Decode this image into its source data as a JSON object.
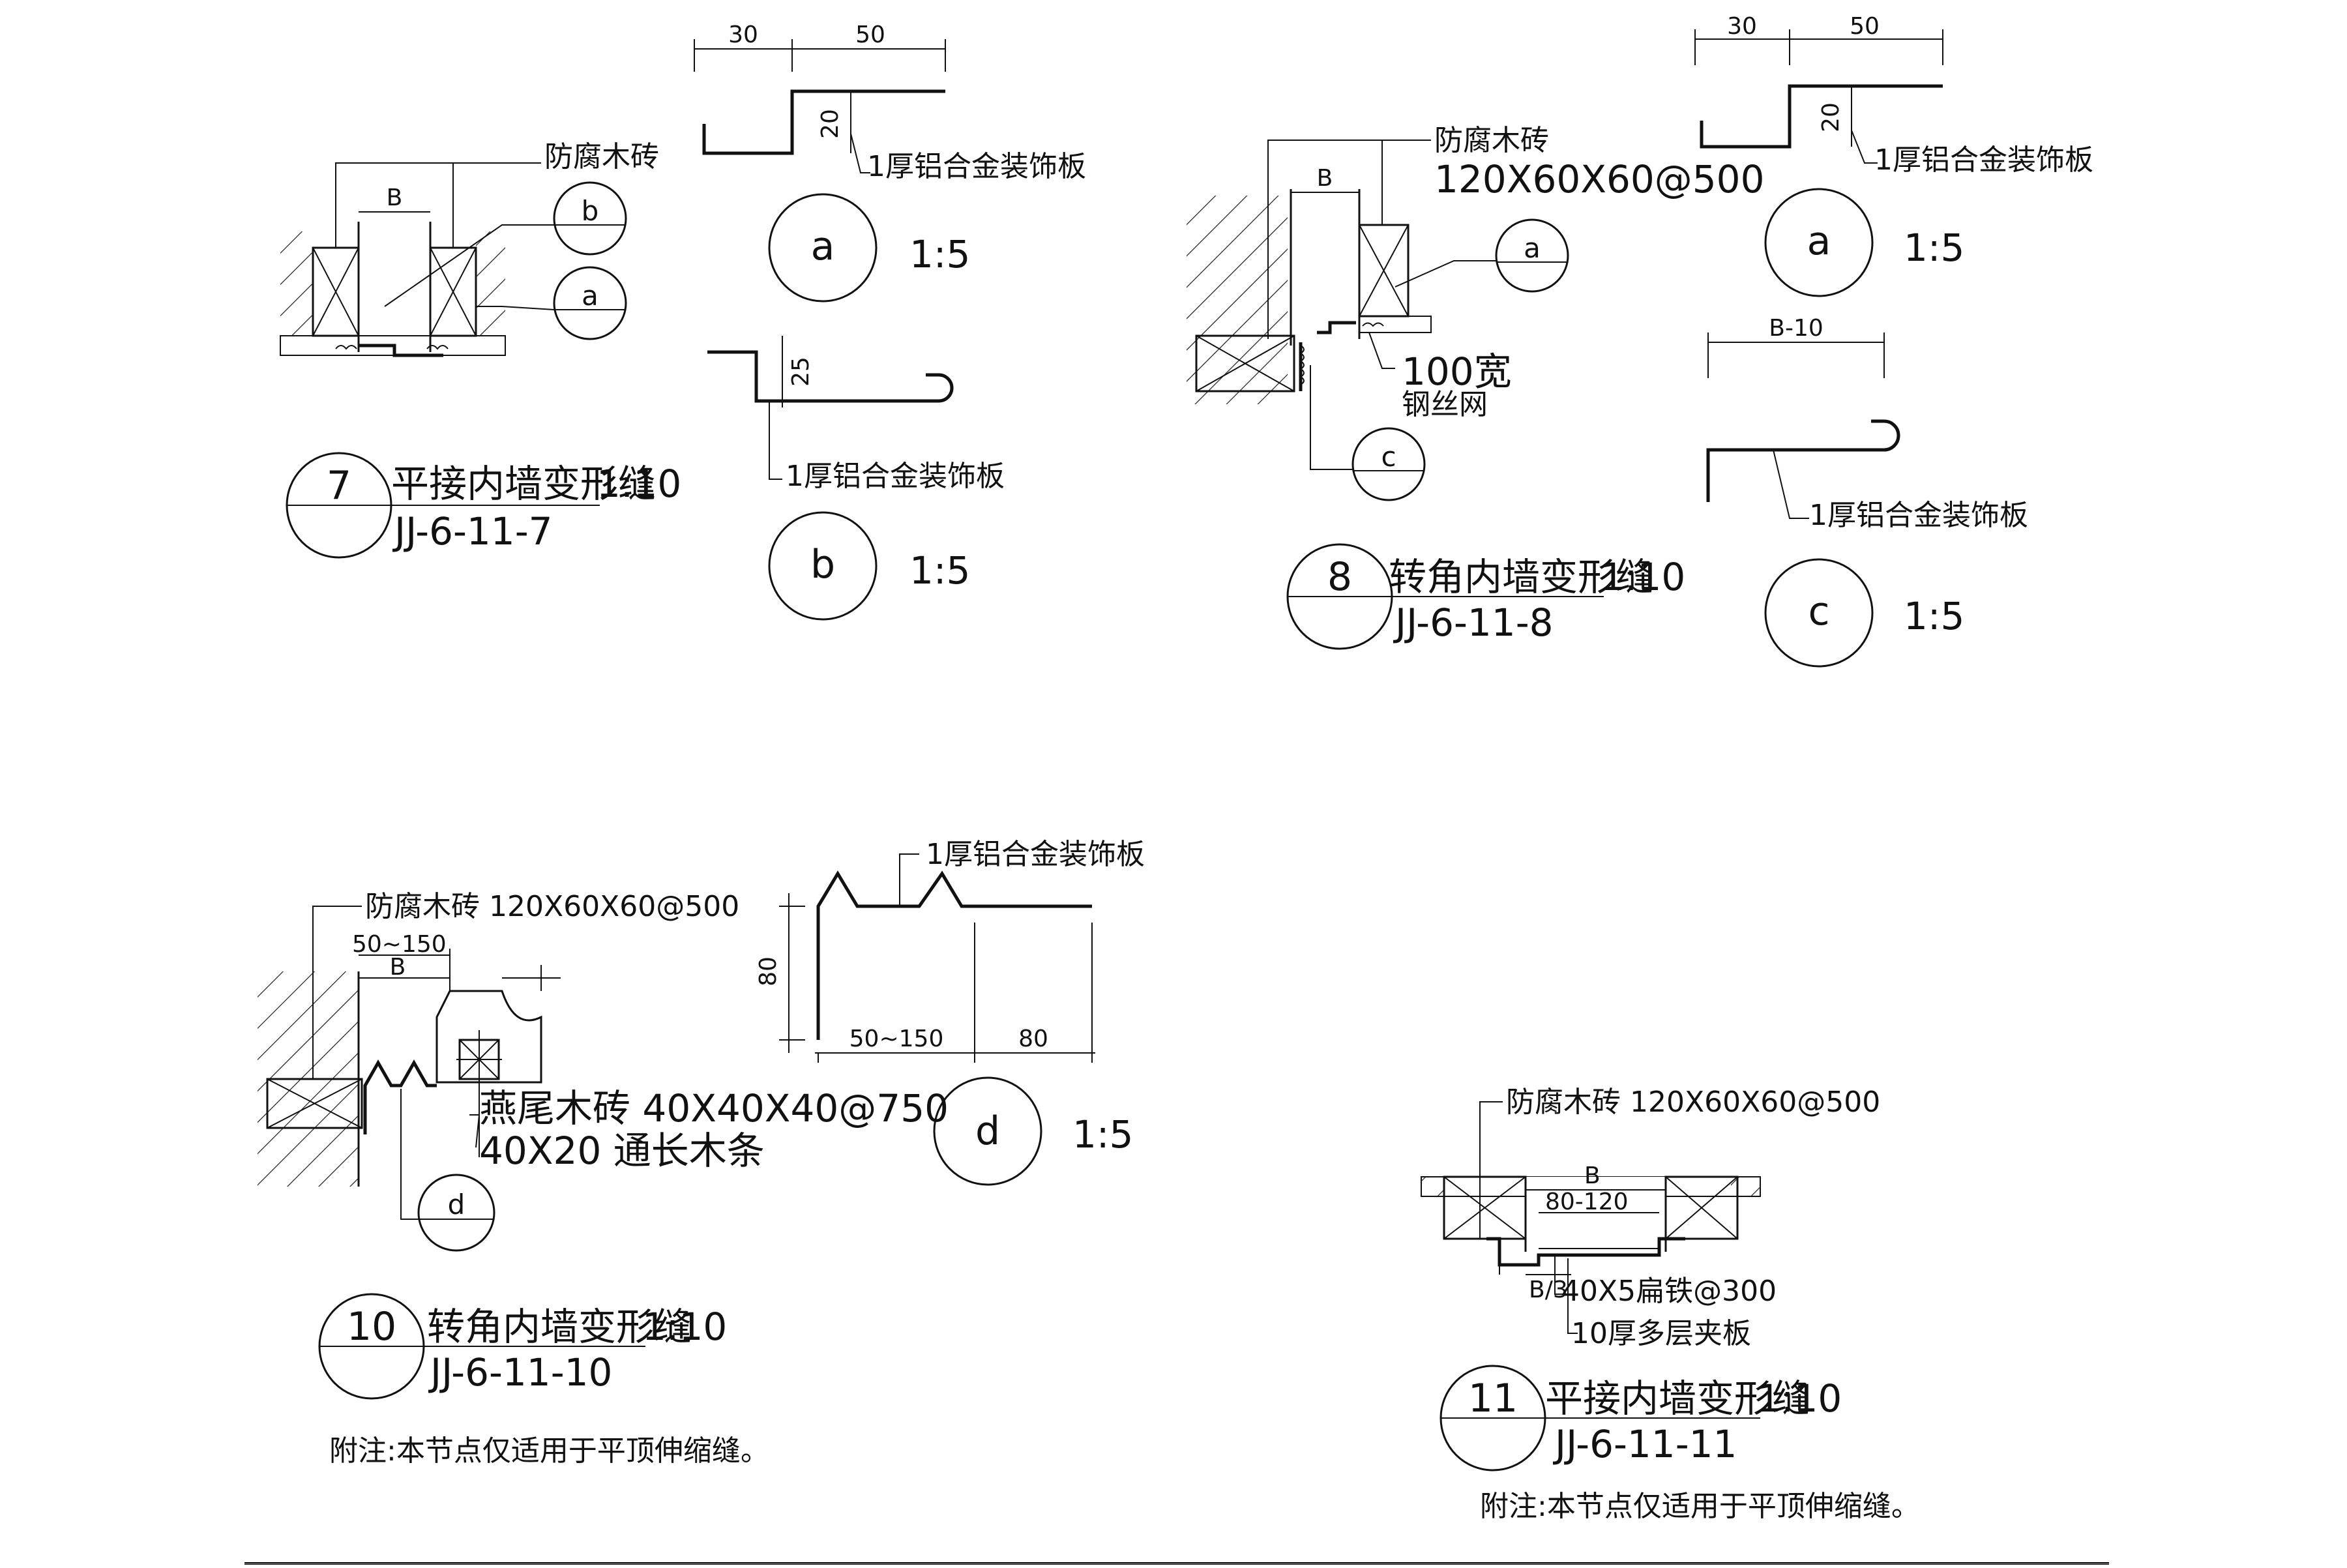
{
  "labels": {
    "anti_wood": "防腐木砖",
    "anti_wood_spec": "防腐木砖 120X60X60@500",
    "wood_spec": "120X60X60@500",
    "alu": "1厚铝合金装饰板",
    "mesh_width": "100宽",
    "mesh": "钢丝网",
    "dovetail": "燕尾木砖 40X40X40@750",
    "strip": "40X20 通长木条",
    "flat_iron": "40X5扁铁@300",
    "plywood": "10厚多层夹板",
    "note": "附注:本节点仅适用于平顶伸缩缝。"
  },
  "dims": {
    "d30": "30",
    "d50": "50",
    "d20": "20",
    "d25": "25",
    "d80": "80",
    "d50_150": "50~150",
    "d80_120": "80-120",
    "dB": "B",
    "dB10": "B-10",
    "dB3": "B/3"
  },
  "details": {
    "d7": {
      "num": "7",
      "title": "平接内墙变形缝",
      "scale": "1:10",
      "code": "JJ-6-11-7"
    },
    "d8": {
      "num": "8",
      "title": "转角内墙变形缝",
      "scale": "1:10",
      "code": "JJ-6-11-8"
    },
    "d10": {
      "num": "10",
      "title": "转角内墙变形缝",
      "scale": "1:10",
      "code": "JJ-6-11-10"
    },
    "d11": {
      "num": "11",
      "title": "平接内墙变形缝",
      "scale": "1:10",
      "code": "JJ-6-11-11"
    }
  },
  "sections": {
    "a": "a",
    "b": "b",
    "c": "c",
    "d": "d",
    "scale": "1:5"
  }
}
